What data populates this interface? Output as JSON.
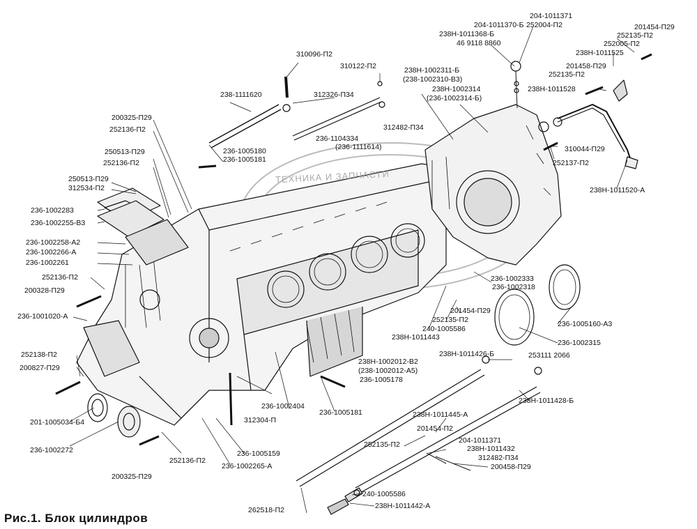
{
  "caption": "Рис.1. Блок цилиндров",
  "watermark": "ТЕХНИКА И ЗАПЧАСТИ",
  "labels": [
    "310096-П2",
    "310122-П2",
    "238-1111620",
    "312326-П34",
    "200325-П29",
    "252136-П2",
    "312482-П34",
    "236-1104334",
    "(236-1111614)",
    "250513-П29",
    "252136-П2",
    "236-1005180",
    "236-1005181",
    "250513-П29",
    "312534-П2",
    "236-1002283",
    "236-1002255-В3",
    "236-1002258-А2",
    "236-1002266-А",
    "236-1002261",
    "252136-П2",
    "200328-П29",
    "236-1001020-А",
    "252138-П2",
    "200827-П29",
    "201-1005034-Б4",
    "236-1002272",
    "200325-П29",
    "252136-П2",
    "236-1002265-А",
    "236-1005159",
    "312304-П",
    "236-1002404",
    "236-1005181",
    "236-1005178",
    "238Н-1002012-В2",
    "(238-1002012-А5)",
    "238Н-1011443",
    "240-1005586",
    "252135-П2",
    "201454-П29",
    "236-1002318",
    "236-1002333",
    "236-1002315",
    "236-1005160-А3",
    "253111 2066",
    "238Н-1011426-Б",
    "238Н-1011428-Б",
    "238Н-1011445-А",
    "201454-П2",
    "252135-П2",
    "204-1011371",
    "238Н-1011432",
    "312482-П34",
    "200458-П29",
    "262518-П2",
    "240-1005586",
    "238Н-1011442-А",
    "238Н-1002311-Б",
    "(238-1002310-В3)",
    "238Н-1002314",
    "(236-1002314-Б)",
    "204-1011370-Б",
    "238Н-1011368-Б",
    "46 9118 8860",
    "204-1011371",
    "252004-П2",
    "201454-П29",
    "252135-П2",
    "252005-П2",
    "238Н-1011525",
    "201458-П29",
    "252135-П2",
    "238Н-1011528",
    "310044-П29",
    "252137-П2",
    "238Н-1011520-А"
  ]
}
